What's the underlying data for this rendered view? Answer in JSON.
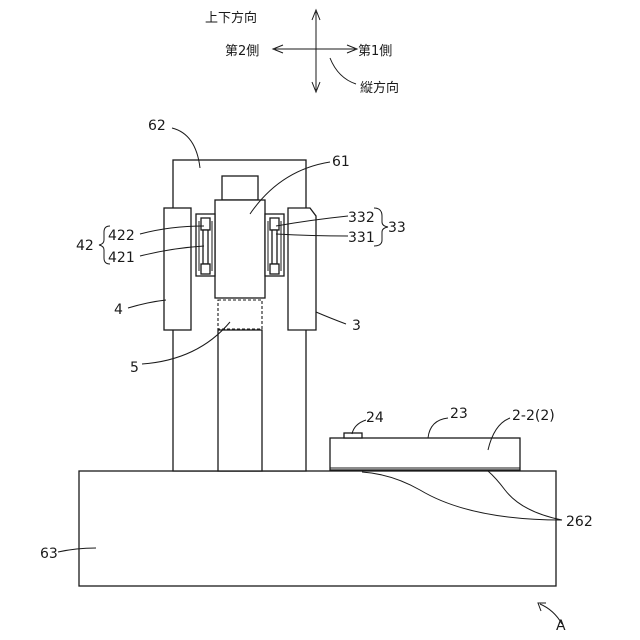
{
  "directions": {
    "up_down": "上下方向",
    "second_side": "第2側",
    "first_side": "第1側",
    "longitudinal": "縦方向"
  },
  "labels": {
    "l62": "62",
    "l61": "61",
    "l42": "42",
    "l422": "422",
    "l421": "421",
    "l332": "332",
    "l331": "331",
    "l33": "33",
    "l4": "4",
    "l3": "3",
    "l5": "5",
    "l24": "24",
    "l23": "23",
    "l2_2": "2-2(2)",
    "l63": "63",
    "l262": "262",
    "lA": "A"
  }
}
